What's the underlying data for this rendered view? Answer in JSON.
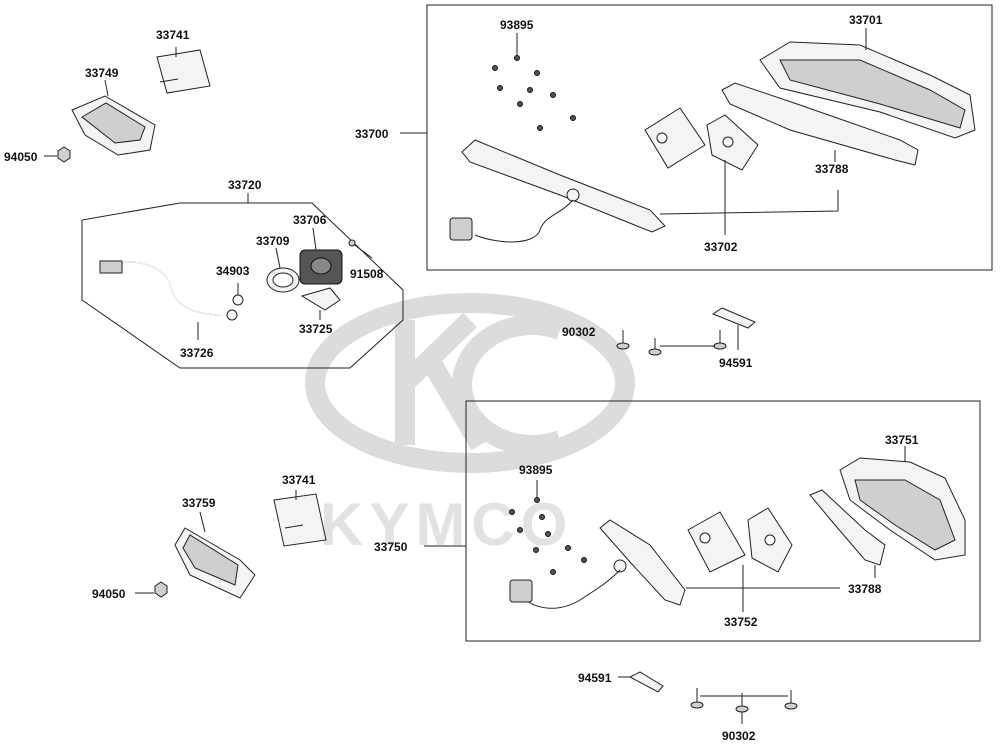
{
  "watermark": {
    "brand": "KYMCO"
  },
  "labels": {
    "p33741_top": "33741",
    "p33749": "33749",
    "p94050_top": "94050",
    "p33720": "33720",
    "p33706": "33706",
    "p33709": "33709",
    "p34903": "34903",
    "p91508": "91508",
    "p33725": "33725",
    "p33726": "33726",
    "p93895_top": "93895",
    "p33701": "33701",
    "p33700": "33700",
    "p33788_top": "33788",
    "p33702": "33702",
    "p90302_mid": "90302",
    "p94591_mid": "94591",
    "p33751": "33751",
    "p93895_bot": "93895",
    "p33741_bot": "33741",
    "p33759": "33759",
    "p33750": "33750",
    "p94050_bot": "94050",
    "p33788_bot": "33788",
    "p33752": "33752",
    "p94591_bot": "94591",
    "p90302_bot": "90302"
  }
}
